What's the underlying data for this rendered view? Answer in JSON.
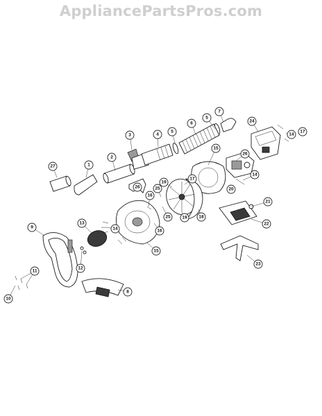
{
  "watermark": "AppliancePartsPros.com",
  "callouts": [
    {
      "id": "c7",
      "label": "7"
    },
    {
      "id": "c5a",
      "label": "5"
    },
    {
      "id": "c6",
      "label": "6"
    },
    {
      "id": "c5b",
      "label": "5"
    },
    {
      "id": "c4",
      "label": "4"
    },
    {
      "id": "c3",
      "label": "3"
    },
    {
      "id": "c2",
      "label": "2"
    },
    {
      "id": "c1",
      "label": "1"
    },
    {
      "id": "c27",
      "label": "27"
    },
    {
      "id": "c24",
      "label": "24"
    },
    {
      "id": "c14a",
      "label": "14"
    },
    {
      "id": "c17a",
      "label": "17"
    },
    {
      "id": "c15a",
      "label": "15"
    },
    {
      "id": "c26a",
      "label": "26"
    },
    {
      "id": "c14b",
      "label": "14"
    },
    {
      "id": "c20",
      "label": "20"
    },
    {
      "id": "c26b",
      "label": "26"
    },
    {
      "id": "c19a",
      "label": "19"
    },
    {
      "id": "c25a",
      "label": "25"
    },
    {
      "id": "c17b",
      "label": "17"
    },
    {
      "id": "c16a",
      "label": "16"
    },
    {
      "id": "c21",
      "label": "21"
    },
    {
      "id": "c25b",
      "label": "25"
    },
    {
      "id": "c19b",
      "label": "19"
    },
    {
      "id": "c18",
      "label": "18"
    },
    {
      "id": "c22",
      "label": "22"
    },
    {
      "id": "c13",
      "label": "13"
    },
    {
      "id": "c14c",
      "label": "14"
    },
    {
      "id": "c16b",
      "label": "16"
    },
    {
      "id": "c9",
      "label": "9"
    },
    {
      "id": "c15b",
      "label": "15"
    },
    {
      "id": "c23",
      "label": "23"
    },
    {
      "id": "c12",
      "label": "12"
    },
    {
      "id": "c11",
      "label": "11"
    },
    {
      "id": "c8",
      "label": "8"
    },
    {
      "id": "c10",
      "label": "10"
    }
  ]
}
